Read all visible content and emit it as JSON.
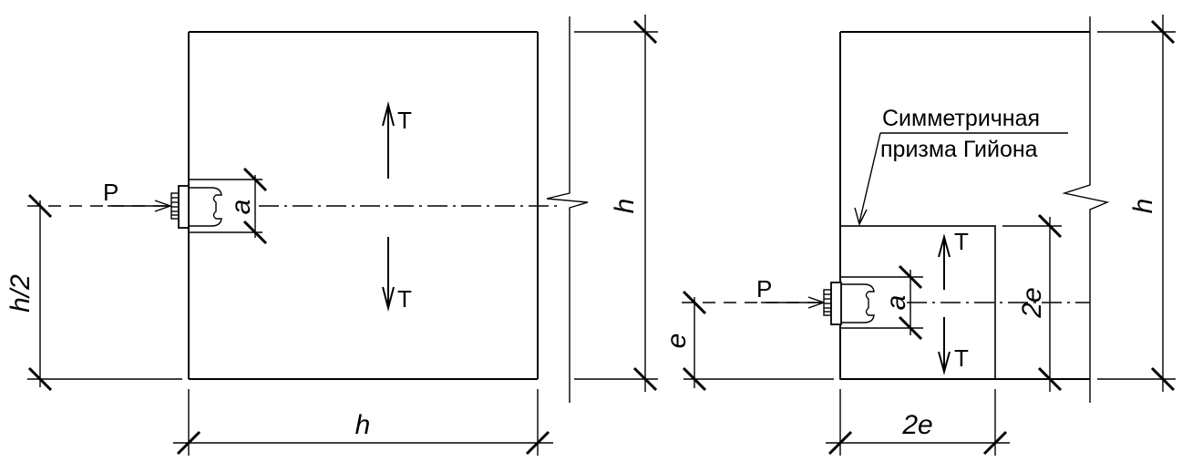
{
  "left_figure": {
    "force_label": "P",
    "tension_top": "T",
    "tension_bottom": "T",
    "anchor_dim": "a",
    "height_dim": "h",
    "half_height_dim": "h/2",
    "width_dim": "h"
  },
  "right_figure": {
    "force_label": "P",
    "tension_top": "T",
    "tension_bottom": "T",
    "anchor_dim": "a",
    "height_dim": "h",
    "prism_height_dim": "2e",
    "prism_width_dim": "2e",
    "edge_dim": "e",
    "callout_line1": "Симметричная",
    "callout_line2": "призма Гийона"
  }
}
